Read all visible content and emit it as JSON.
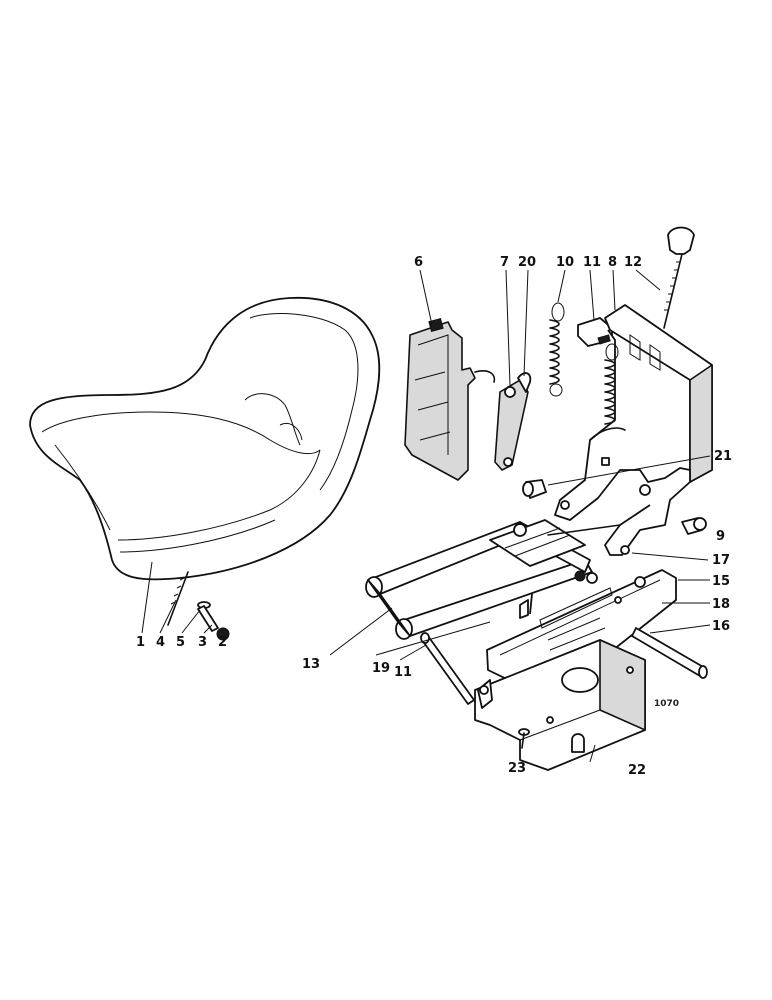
{
  "callouts": [
    {
      "id": "c1",
      "text": "1"
    },
    {
      "id": "c4",
      "text": "4"
    },
    {
      "id": "c5",
      "text": "5"
    },
    {
      "id": "c3",
      "text": "3"
    },
    {
      "id": "c2",
      "text": "2"
    },
    {
      "id": "c6",
      "text": "6"
    },
    {
      "id": "c7",
      "text": "7"
    },
    {
      "id": "c20",
      "text": "20"
    },
    {
      "id": "c10",
      "text": "10"
    },
    {
      "id": "c11a",
      "text": "11"
    },
    {
      "id": "c8",
      "text": "8"
    },
    {
      "id": "c12",
      "text": "12"
    },
    {
      "id": "c21",
      "text": "21"
    },
    {
      "id": "c9",
      "text": "9"
    },
    {
      "id": "c17",
      "text": "17"
    },
    {
      "id": "c15",
      "text": "15"
    },
    {
      "id": "c18",
      "text": "18"
    },
    {
      "id": "c16",
      "text": "16"
    },
    {
      "id": "c13",
      "text": "13"
    },
    {
      "id": "c19",
      "text": "19"
    },
    {
      "id": "c11b",
      "text": "11"
    },
    {
      "id": "c23",
      "text": "23"
    },
    {
      "id": "c22",
      "text": "22"
    }
  ],
  "figure_code": "1070"
}
